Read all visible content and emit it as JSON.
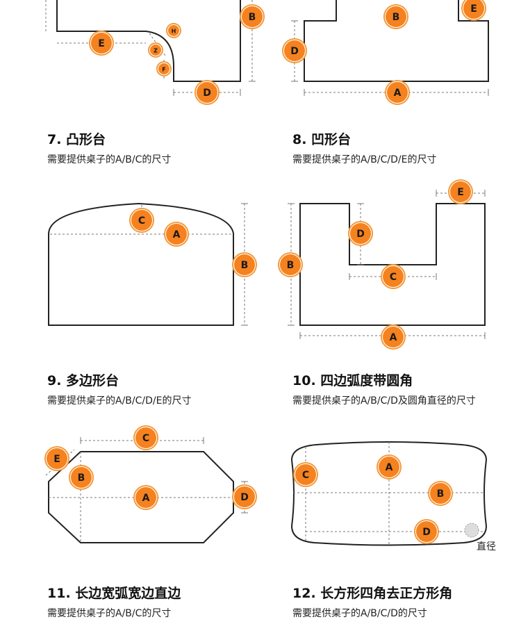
{
  "panels": {
    "p7": {
      "title": "7. 凸形台",
      "desc": "需要提供桌子的A/B/C的尺寸"
    },
    "p8": {
      "title": "8. 凹形台",
      "desc": "需要提供桌子的A/B/C/D/E的尺寸"
    },
    "p9": {
      "title": "9. 多边形台",
      "desc": "需要提供桌子的A/B/C/D/E的尺寸"
    },
    "p10": {
      "title": "10. 四边弧度带圆角",
      "desc": "需要提供桌子的A/B/C/D及圆角直径的尺寸"
    },
    "p11": {
      "title": "11. 长边宽弧宽边直边",
      "desc": "需要提供桌子的A/B/C的尺寸"
    },
    "p12": {
      "title": "12. 长方形四角去正方形角",
      "desc": "需要提供桌子的A/B/C/D的尺寸",
      "diameter_label": "直径"
    }
  },
  "labels": {
    "A": "A",
    "B": "B",
    "C": "C",
    "D": "D",
    "E": "E",
    "F": "F",
    "H": "H",
    "Z": "Z"
  },
  "colors": {
    "badge": "#f5821f",
    "badge_ring": "#f39a3b",
    "outline": "#222222",
    "dimension": "#777777"
  }
}
